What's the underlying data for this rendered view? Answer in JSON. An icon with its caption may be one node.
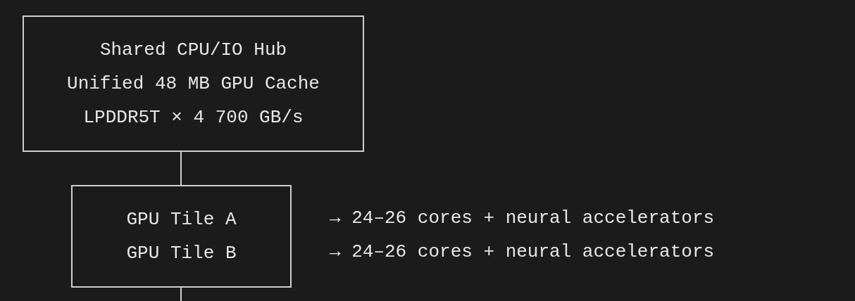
{
  "diagram": {
    "nodes": [
      {
        "text": [
          "Shared CPU/IO Hub",
          "Unified 48 MB GPU Cache",
          "LPDDR5T × 4 700 GB/s"
        ]
      },
      {
        "text": [
          "GPU Tile A",
          "GPU Tile B"
        ],
        "beside": [
          "→ 24–26 cores + neural accelerators",
          "→ 24–26 cores + neural accelerators"
        ]
      }
    ],
    "edges": [
      {
        "from": 0,
        "to": 1,
        "arrow": "none"
      },
      {
        "from": 1,
        "to": null,
        "arrow": "none"
      }
    ]
  }
}
